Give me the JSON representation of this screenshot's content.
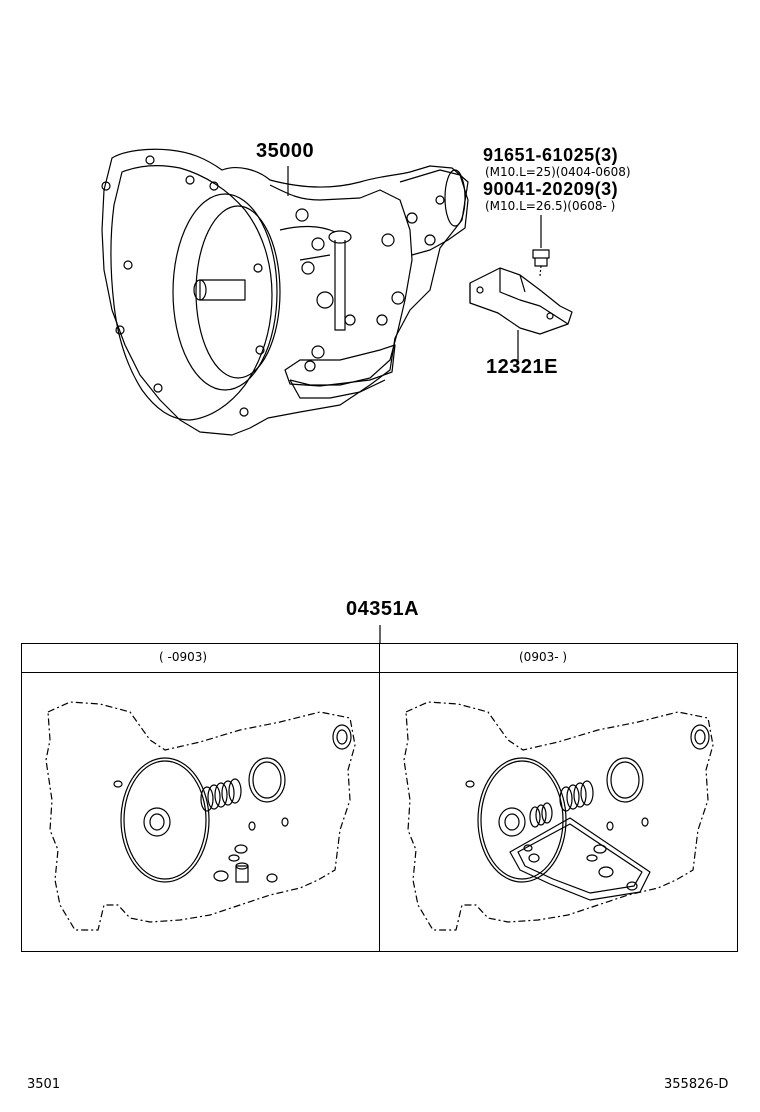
{
  "parts": {
    "transmission": "35000",
    "bolt_1": "91651-61025(3)",
    "bolt_1_spec": "(M10.L=25)(0404-0608)",
    "bolt_2": "90041-20209(3)",
    "bolt_2_spec": "(M10.L=26.5)(0608-     )",
    "bracket": "12321E",
    "gasket_kit": "04351A"
  },
  "kit_table": {
    "col_left": "(      -0903)",
    "col_right": "(0903-      )"
  },
  "footer": {
    "page_code": "3501",
    "diagram_id": "355826-D"
  }
}
